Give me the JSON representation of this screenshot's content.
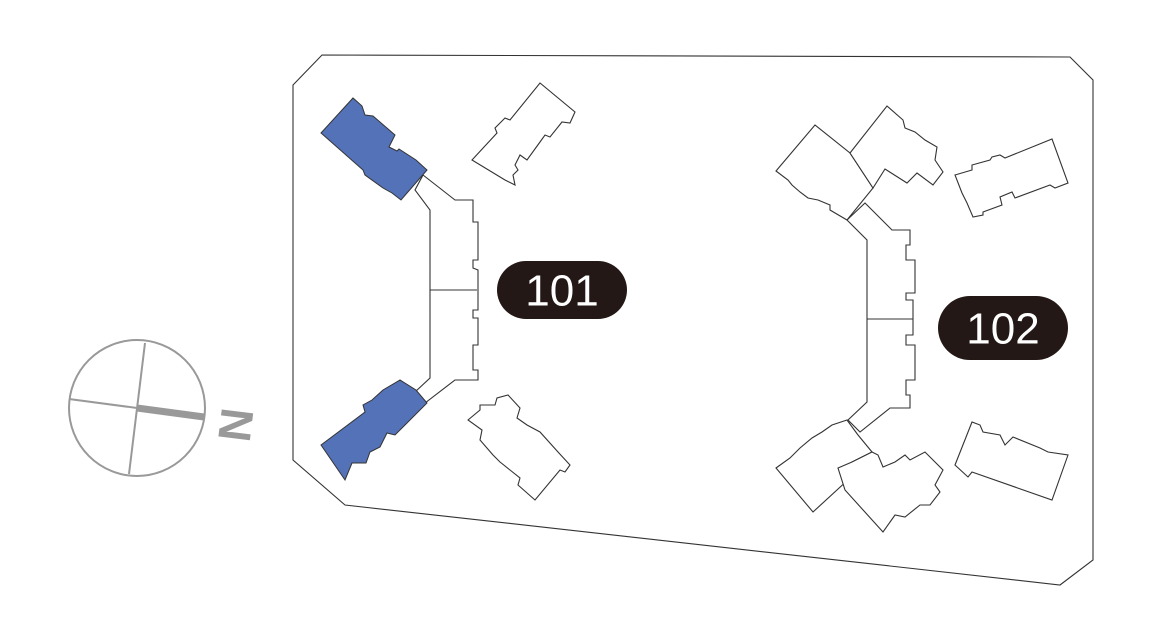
{
  "buildings": [
    {
      "label": "101",
      "selected_units": 2
    },
    {
      "label": "102",
      "selected_units": 0
    }
  ],
  "compass": {
    "label": "N"
  },
  "colors": {
    "selected_unit": "#5472b8",
    "label_pill": "#231815",
    "compass": "#999999"
  }
}
